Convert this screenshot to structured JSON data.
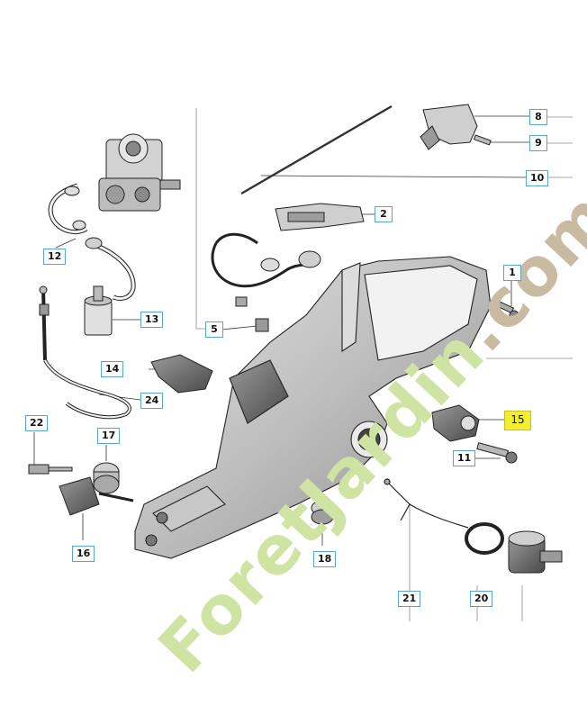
{
  "watermark": {
    "green_part": "ForetJardin",
    "brown_part": ".com",
    "green": "#cfe3a2",
    "brown": "#c9bba2"
  },
  "highlight_color": "#f4ee32",
  "callout_border": "#55a6cf",
  "callouts": {
    "c1": "1",
    "c2": "2",
    "c5": "5",
    "c8": "8",
    "c9": "9",
    "c10": "10",
    "c11": "11",
    "c12": "12",
    "c13": "13",
    "c14": "14",
    "c15": "15",
    "c16": "16",
    "c17": "17",
    "c18": "18",
    "c20": "20",
    "c21": "21",
    "c22": "22",
    "c24": "24"
  }
}
